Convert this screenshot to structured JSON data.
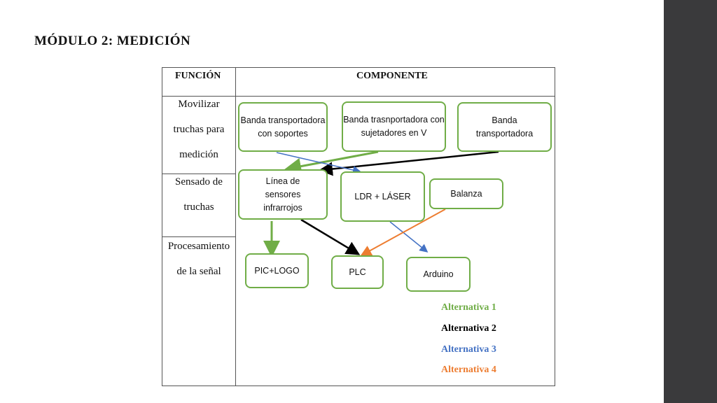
{
  "title": "MÓDULO 2: MEDICIÓN",
  "table": {
    "header_function": "FUNCIÓN",
    "header_component": "COMPONENTE",
    "rows": [
      {
        "function": "Movilizar truchas para medición"
      },
      {
        "function": "Sensado de truchas"
      },
      {
        "function": "Procesamiento de la señal"
      }
    ]
  },
  "components": {
    "banda_soportes": "Banda transportadora con soportes",
    "banda_v": "Banda trasnportadora con sujetadores en V",
    "banda": "Banda transportadora",
    "linea_sensores": "Línea de sensores infrarrojos",
    "ldr_laser": "LDR + LÁSER",
    "balanza": "Balanza",
    "pic_logo": "PIC+LOGO",
    "plc": "PLC",
    "arduino": "Arduino"
  },
  "legend": [
    {
      "label": "Alternativa 1",
      "color": "#70ad47"
    },
    {
      "label": "Alternativa 2",
      "color": "#000000"
    },
    {
      "label": "Alternativa 3",
      "color": "#4472c4"
    },
    {
      "label": "Alternativa 4",
      "color": "#ed7d31"
    }
  ],
  "colors": {
    "box_border": "#70ad47",
    "sidebar": "#3a3a3c"
  }
}
